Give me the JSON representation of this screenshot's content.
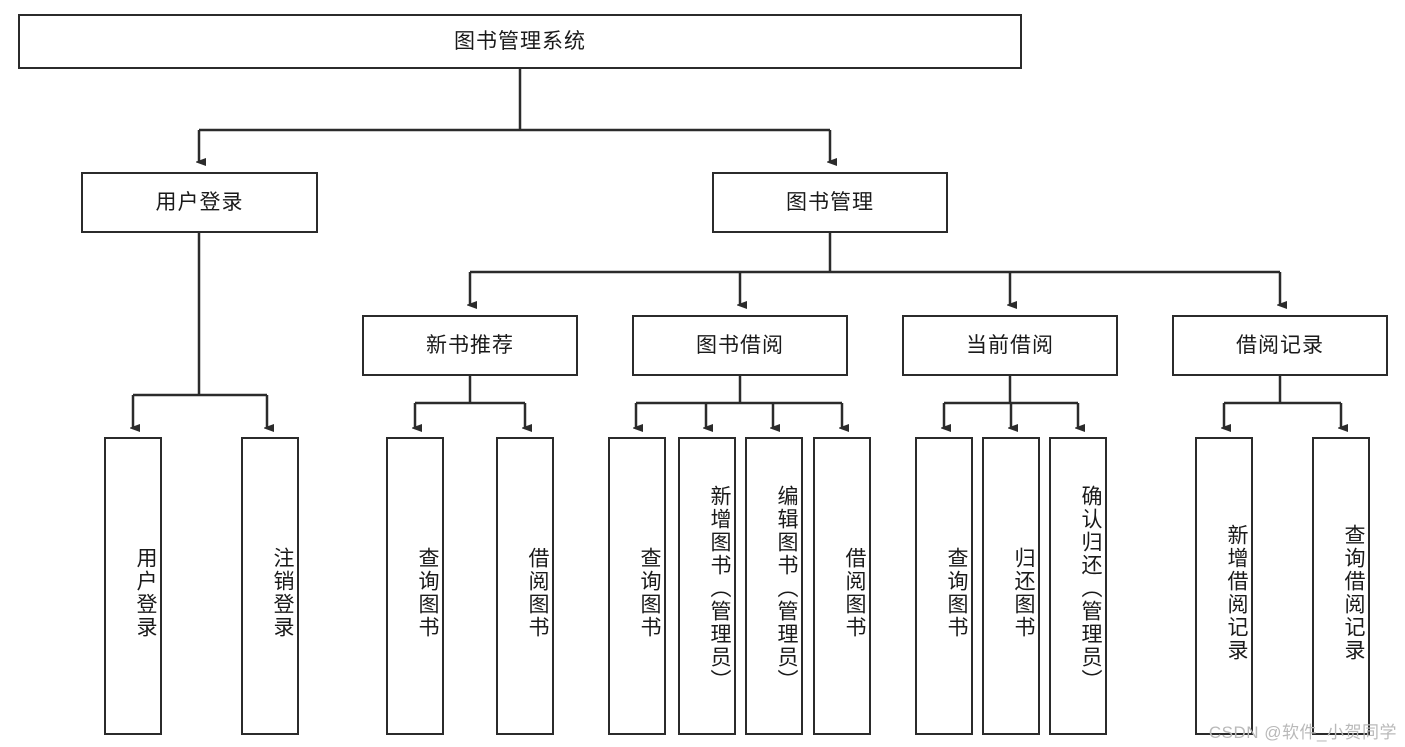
{
  "diagram": {
    "title": "图书管理系统",
    "type": "tree-hierarchy-diagram",
    "watermark": "CSDN @软件_小贺同学",
    "colors": {
      "box_border": "#2b2b2b",
      "box_fill": "#ffffff",
      "edge": "#2b2b2b",
      "text": "#1a1a1a",
      "watermark": "#b9b9b9",
      "background": "#ffffff"
    },
    "root": {
      "id": "root",
      "label": "图书管理系统"
    },
    "level2": [
      {
        "id": "user-login",
        "label": "用户登录"
      },
      {
        "id": "book-manage",
        "label": "图书管理"
      }
    ],
    "level3": [
      {
        "id": "new-book-rec",
        "label": "新书推荐",
        "parent": "book-manage"
      },
      {
        "id": "book-borrow",
        "label": "图书借阅",
        "parent": "book-manage"
      },
      {
        "id": "current-borrow",
        "label": "当前借阅",
        "parent": "book-manage"
      },
      {
        "id": "borrow-record",
        "label": "借阅记录",
        "parent": "book-manage"
      }
    ],
    "leaves": [
      {
        "id": "leaf-user-login",
        "label": "用户登录",
        "parent": "user-login"
      },
      {
        "id": "leaf-logout",
        "label": "注销登录",
        "parent": "user-login"
      },
      {
        "id": "leaf-query-book-1",
        "label": "查询图书",
        "parent": "new-book-rec"
      },
      {
        "id": "leaf-borrow-book-1",
        "label": "借阅图书",
        "parent": "new-book-rec"
      },
      {
        "id": "leaf-query-book-2",
        "label": "查询图书",
        "parent": "book-borrow"
      },
      {
        "id": "leaf-add-book",
        "label": "新增图书（管理员）",
        "parent": "book-borrow"
      },
      {
        "id": "leaf-edit-book",
        "label": "编辑图书（管理员）",
        "parent": "book-borrow"
      },
      {
        "id": "leaf-borrow-book-2",
        "label": "借阅图书",
        "parent": "book-borrow"
      },
      {
        "id": "leaf-query-book-3",
        "label": "查询图书",
        "parent": "current-borrow"
      },
      {
        "id": "leaf-return-book",
        "label": "归还图书",
        "parent": "current-borrow"
      },
      {
        "id": "leaf-confirm-return",
        "label": "确认归还（管理员）",
        "parent": "current-borrow"
      },
      {
        "id": "leaf-add-record",
        "label": "新增借阅记录",
        "parent": "borrow-record"
      },
      {
        "id": "leaf-query-record",
        "label": "查询借阅记录",
        "parent": "borrow-record"
      }
    ]
  }
}
